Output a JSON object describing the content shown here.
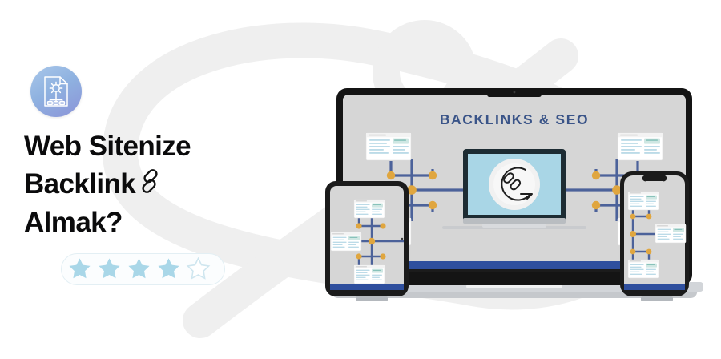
{
  "page": {
    "background_color": "#ffffff",
    "watermark_color": "#efefef"
  },
  "left": {
    "badge": {
      "icon_name": "sitemap-document-gear-icon",
      "gradient_from": "#a9c7ea",
      "gradient_to": "#8b93d8"
    },
    "headline": {
      "line1": "Web Sitenize",
      "line2": "Backlink",
      "line2_icon": "🔗",
      "line3": "Almak?",
      "color": "#0b0b0c"
    },
    "rating": {
      "filled": 4,
      "total": 5,
      "star_fill_color": "#a9d7e8",
      "star_empty_color": "#ffffff",
      "star_empty_border": "#cfe6ef",
      "pill_border": "#e3eff4",
      "pill_background": "#fbfdfe"
    }
  },
  "illustration": {
    "laptop": {
      "name": "laptop-device",
      "screen_title": "BACKLINKS & SEO",
      "screen_title_color": "#3a5488",
      "screen_background": "#d6d6d6",
      "bezel_color": "#141414",
      "base_color": "#c9ccd0",
      "accent_bar_color": "#2f4f9e"
    },
    "inner_monitor": {
      "name": "inner-monitor",
      "screen_color": "#a9d6e6",
      "icon_name": "link-loop-arrow-icon",
      "icon_circle_color": "#f1f1f1"
    },
    "tablet": {
      "name": "tablet-device",
      "screen_background": "#d6d6d6",
      "bezel_color": "#1b1b1b",
      "accent_bar_color": "#2f4f9e"
    },
    "phone": {
      "name": "phone-device",
      "screen_background": "#d6d6d6",
      "bezel_color": "#1b1b1b",
      "accent_bar_color": "#2f4f9e"
    },
    "network": {
      "line_color": "#4c629a",
      "node_color": "#e0a63f",
      "card_name": "backlink-site-card",
      "card_background": "#ffffff",
      "card_accent": "#5fa8a0",
      "card_line_color": "#bcd9e6",
      "laptop_cards": 4,
      "tablet_cards": 3,
      "phone_cards": 3
    }
  }
}
